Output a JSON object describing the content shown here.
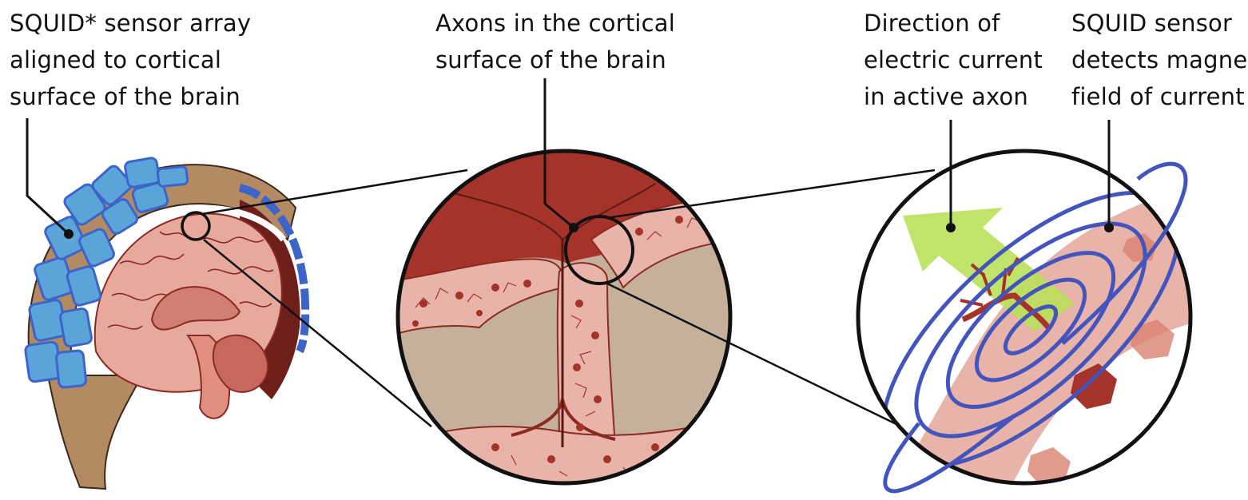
{
  "labels": {
    "sensor_array": [
      "SQUID* sensor array",
      "aligned to cortical",
      "surface of the brain"
    ],
    "axons": [
      "Axons in the cortical",
      "surface of the brain"
    ],
    "current_direction": [
      "Direction of",
      "electric current",
      "in active axon"
    ],
    "squid_sensor": [
      "SQUID sensor",
      "detects magnetic",
      "field of current"
    ]
  },
  "colors": {
    "sensor_blue": "#5ba4d9",
    "sensor_outline": "#3d64c8",
    "brain_pink": "#e6a99c",
    "brain_dark": "#a8322c",
    "cortex_red": "#a5332a",
    "white_matter": "#c5b09c",
    "skin_tan": "#b48a62",
    "arrow_green": "#b9e05a",
    "field_lines": "#4355bd"
  },
  "icons": [
    "head-cross-section",
    "brain-zoom-circle",
    "axon-zoom-circle",
    "magnetic-field-loops",
    "current-arrow"
  ]
}
